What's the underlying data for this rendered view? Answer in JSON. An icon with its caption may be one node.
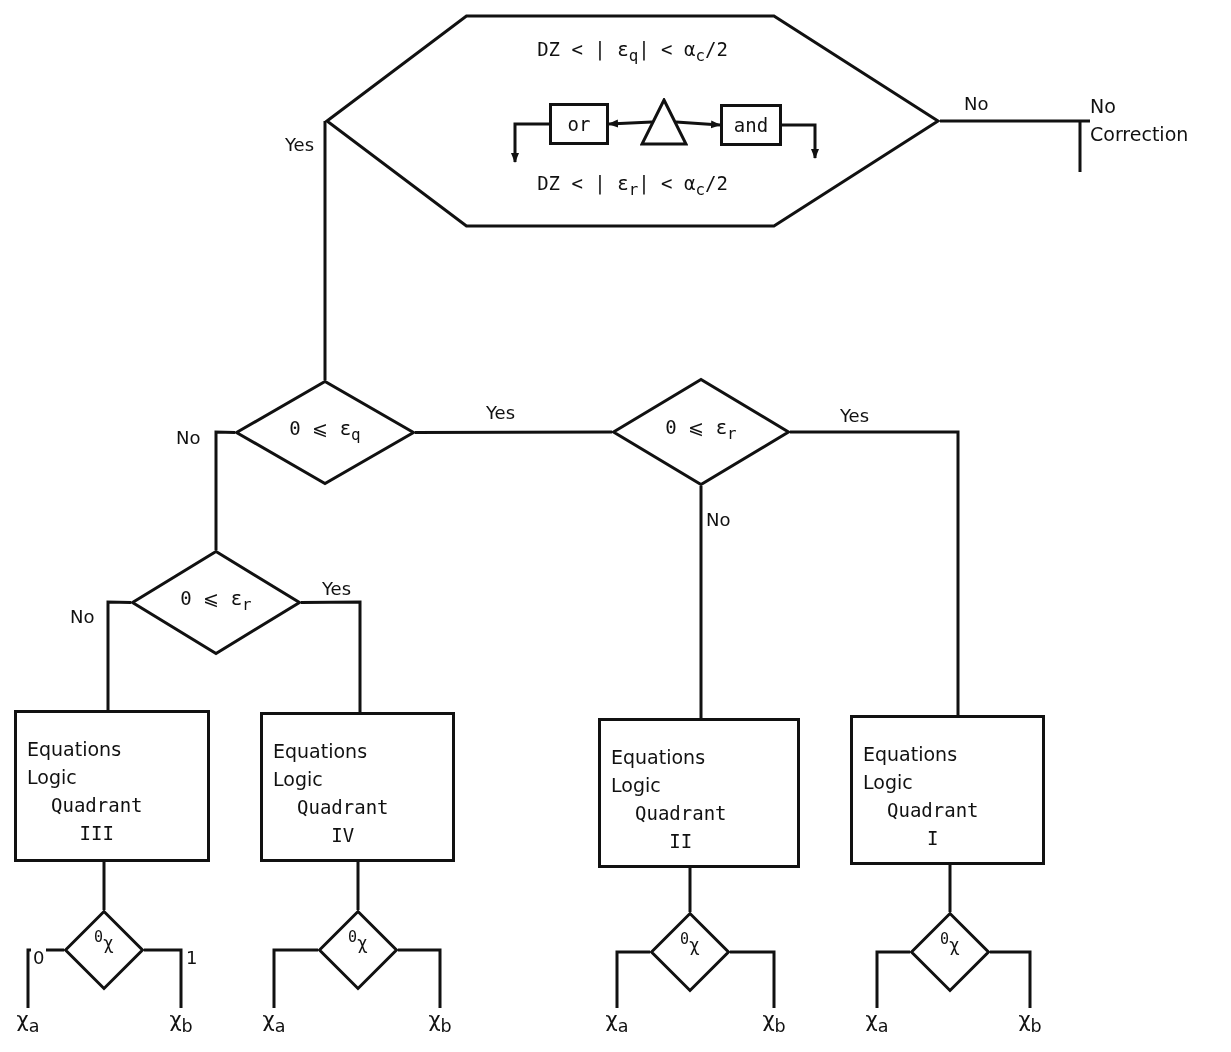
{
  "diagram": {
    "nodes": [
      {
        "text": [
          "DZ < | ε$_{q}$| < α$_{c}$/2",
          "DZ < | ε$_{r}$| < α$_{c}$/2"
        ]
      },
      {
        "text": [
          "or"
        ],
        "in": 0
      },
      {
        "text": [],
        "shape": "triangle",
        "in": 0
      },
      {
        "text": [
          "and"
        ],
        "in": 0
      },
      {
        "text": [
          "No Correction"
        ]
      },
      {
        "text": [
          "0 ⩽ ε$_{q}$"
        ]
      },
      {
        "text": [
          "0 ⩽ ε$_{r}$"
        ]
      },
      {
        "text": [
          "0 ⩽ ε$_{r}$"
        ]
      },
      {
        "text": [
          "Equations Logic",
          "Quadrant III"
        ]
      },
      {
        "text": [
          "Equations Logic",
          "Quadrant IV"
        ]
      },
      {
        "text": [
          "Equations Logic",
          "Quadrant II"
        ]
      },
      {
        "text": [
          "Equations Logic",
          "Quadrant I"
        ]
      },
      {
        "text": [
          "$^{0}$χ"
        ]
      },
      {
        "text": [
          "$^{0}$χ"
        ]
      },
      {
        "text": [
          "$^{0}$χ"
        ]
      },
      {
        "text": [
          "$^{0}$χ"
        ]
      },
      {
        "text": [
          "χ$_{a}$"
        ]
      },
      {
        "text": [
          "χ$_{b}$"
        ]
      },
      {
        "text": [
          "χ$_{a}$"
        ]
      },
      {
        "text": [
          "χ$_{b}$"
        ]
      },
      {
        "text": [
          "χ$_{a}$"
        ]
      },
      {
        "text": [
          "χ$_{b}$"
        ]
      },
      {
        "text": [
          "χ$_{a}$"
        ]
      },
      {
        "text": [
          "χ$_{b}$"
        ]
      }
    ],
    "edges": [
      {
        "from": 0,
        "to": 5,
        "arrow": "none",
        "label": "Yes"
      },
      {
        "from": 0,
        "to": 4,
        "arrow": "none",
        "label": "No"
      },
      {
        "from": 2,
        "to": 1,
        "arrow": "to"
      },
      {
        "from": 2,
        "to": 3,
        "arrow": "to"
      },
      {
        "from": 1,
        "to": null,
        "arrow": "to"
      },
      {
        "from": 3,
        "to": null,
        "arrow": "to"
      },
      {
        "from": 5,
        "to": 6,
        "arrow": "none",
        "label": "Yes"
      },
      {
        "from": 5,
        "to": 7,
        "arrow": "none",
        "label": "No"
      },
      {
        "from": 6,
        "to": 11,
        "arrow": "none",
        "label": "Yes"
      },
      {
        "from": 6,
        "to": 10,
        "arrow": "none",
        "label": "No"
      },
      {
        "from": 7,
        "to": 8,
        "arrow": "none",
        "label": "No"
      },
      {
        "from": 7,
        "to": 9,
        "arrow": "none",
        "label": "Yes"
      },
      {
        "from": 8,
        "to": 12,
        "arrow": "none"
      },
      {
        "from": 9,
        "to": 13,
        "arrow": "none"
      },
      {
        "from": 10,
        "to": 14,
        "arrow": "none"
      },
      {
        "from": 11,
        "to": 15,
        "arrow": "none"
      },
      {
        "from": 12,
        "to": 16,
        "arrow": "none",
        "label": "0"
      },
      {
        "from": 12,
        "to": 17,
        "arrow": "none",
        "label": "1"
      },
      {
        "from": 13,
        "to": 18,
        "arrow": "none"
      },
      {
        "from": 13,
        "to": 19,
        "arrow": "none"
      },
      {
        "from": 14,
        "to": 20,
        "arrow": "none"
      },
      {
        "from": 14,
        "to": 21,
        "arrow": "none"
      },
      {
        "from": 15,
        "to": 22,
        "arrow": "none"
      },
      {
        "from": 15,
        "to": 23,
        "arrow": "none"
      }
    ]
  }
}
